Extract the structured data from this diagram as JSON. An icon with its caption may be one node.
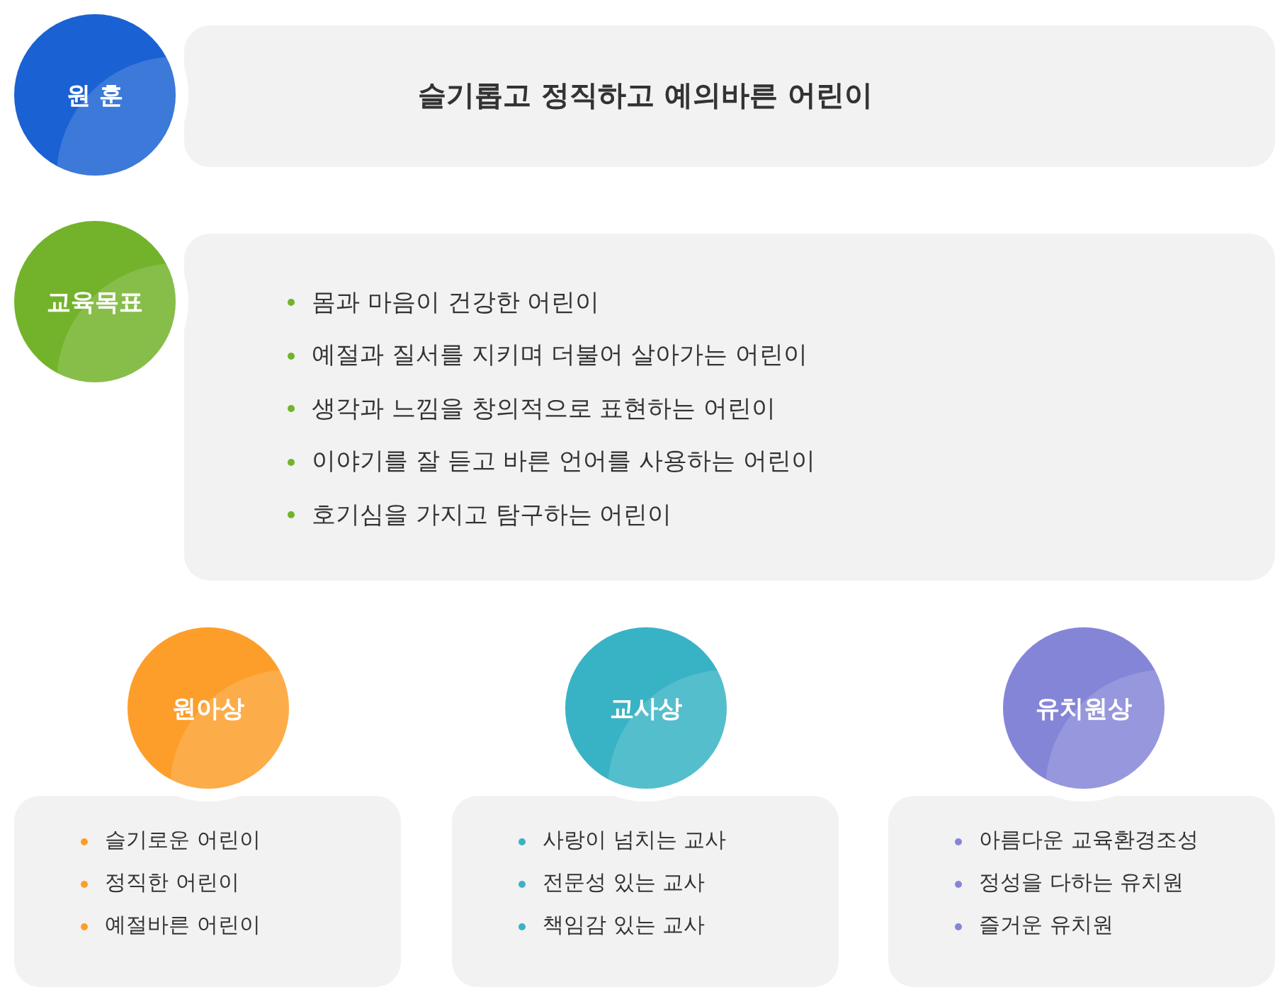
{
  "diagram": {
    "nodes": [
      {
        "text": [
          "원 훈"
        ]
      },
      {
        "text": [
          "슬기롭고 정직하고 예의바른 어린이"
        ]
      },
      {
        "text": [
          "교육목표"
        ]
      },
      {
        "text": [
          "몸과 마음이 건강한 어린이",
          "예절과 질서를 지키며 더불어 살아가는 어린이",
          "생각과 느낌을 창의적으로 표현하는 어린이",
          "이야기를 잘 듣고 바른 언어를 사용하는 어린이",
          "호기심을 가지고 탐구하는 어린이"
        ]
      },
      {
        "text": [
          "원아상"
        ]
      },
      {
        "text": [
          "슬기로운 어린이",
          "정직한 어린이",
          "예절바른 어린이"
        ]
      },
      {
        "text": [
          "교사상"
        ]
      },
      {
        "text": [
          "사랑이 넘치는 교사",
          "전문성 있는 교사",
          "책임감 있는 교사"
        ]
      },
      {
        "text": [
          "유치원상"
        ]
      },
      {
        "text": [
          "아름다운 교육환경조성",
          "정성을 다하는 유치원",
          "즐거운 유치원"
        ]
      }
    ]
  }
}
